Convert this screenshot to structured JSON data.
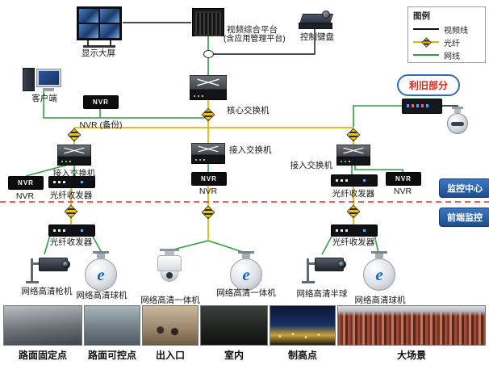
{
  "colors": {
    "video_line": "#111111",
    "fiber": "#e6b400",
    "network": "#2f9e44",
    "separator": "#e03131"
  },
  "legend": {
    "title": "图例",
    "items": [
      {
        "label": "视频线"
      },
      {
        "label": "光纤"
      },
      {
        "label": "网线"
      }
    ]
  },
  "devices": {
    "display_wall": "显示大屏",
    "platform_line1": "视频综合平台",
    "platform_line2": "(含应用管理平台)",
    "control_keyboard": "控制键盘",
    "client": "客户端",
    "nvr_backup": "NVR (备份)",
    "nvr_box_text": "NVR",
    "core_switch": "核心交换机",
    "access_switch_left": "接入交换机",
    "access_switch_center": "接入交换机",
    "access_switch_right": "接入交换机",
    "nvr_left": "NVR",
    "nvr_center": "NVR",
    "nvr_right": "NVR",
    "transceiver_left": "光纤收发器",
    "transceiver_right": "光纤收发器",
    "transceiver_front_left": "光纤收发器",
    "transceiver_front_right": "光纤收发器"
  },
  "zones": {
    "reuse": "利旧部分",
    "monitor_center": "监控中心",
    "front_end": "前端监控"
  },
  "icons": {
    "ball_logo": "e"
  },
  "cameras": [
    {
      "label": "网络高清枪机"
    },
    {
      "label": "网络高清球机"
    },
    {
      "label": "网络高清一体机"
    },
    {
      "label": "网络高清一体机"
    },
    {
      "label": "网络高清半球"
    },
    {
      "label": "网络高清球机"
    }
  ],
  "scenes": [
    {
      "caption": "路面固定点"
    },
    {
      "caption": "路面可控点"
    },
    {
      "caption": "出入口"
    },
    {
      "caption": "室内"
    },
    {
      "caption": "制高点"
    },
    {
      "caption": "大场景"
    }
  ]
}
